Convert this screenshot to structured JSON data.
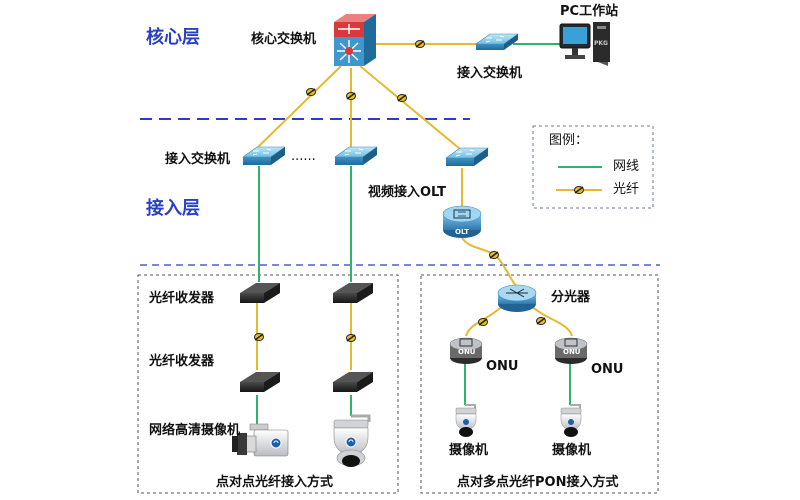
{
  "layers": {
    "core": "核心层",
    "access": "接入层"
  },
  "labels": {
    "core_switch": "核心交换机",
    "pc_workstation": "PC工作站",
    "access_switch_right": "接入交换机",
    "access_switch_left": "接入交换机",
    "ellipsis": "......",
    "video_olt": "视频接入OLT",
    "transceiver_top": "光纤收发器",
    "transceiver_bottom": "光纤收发器",
    "hd_camera": "网络高清摄像机",
    "splitter": "分光器",
    "onu_left": "ONU",
    "onu_right": "ONU",
    "camera_left": "摄像机",
    "camera_right": "摄像机",
    "olt_badge": "OLT",
    "onu_badge_left": "ONU",
    "onu_badge_right": "ONU",
    "pc_badge": "PKG"
  },
  "legend": {
    "title": "图例：",
    "network_cable": "网线",
    "fiber": "光纤"
  },
  "sections": {
    "p2p": "点对点光纤接入方式",
    "p2mp": "点对多点光纤PON接入方式"
  },
  "colors": {
    "layer_text": "#2a3fc8",
    "dash_divider": "#2a3fc8",
    "network_cable": "#2fb56a",
    "fiber": "#e8b830",
    "fiber_marker": "#2a2a2a",
    "switch_body": "#5fb0d8",
    "core_red": "#d83a3a"
  }
}
